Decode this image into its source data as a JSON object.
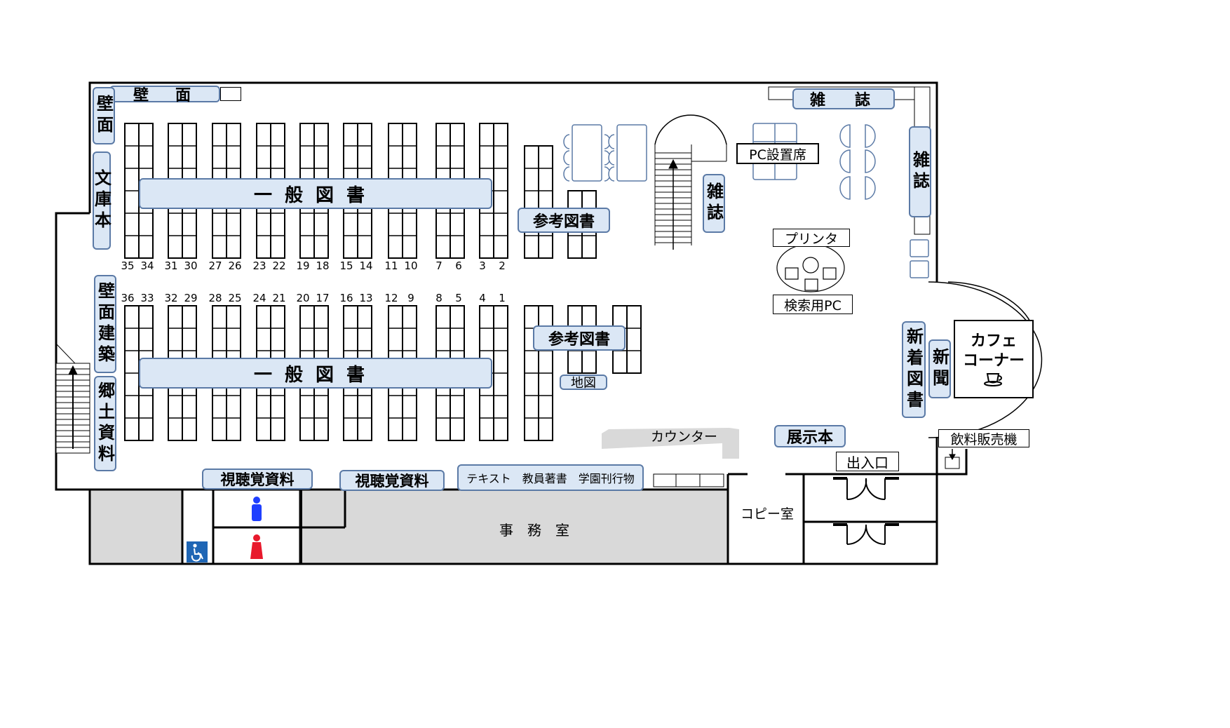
{
  "areas": {
    "wall_top": "壁　面",
    "wall_left_top": "壁面",
    "bunkobon": "文庫本",
    "wall_architecture": "壁面建築",
    "local_materials": "郷土資料",
    "general_books_upper": "一般図書",
    "general_books_lower": "一般図書",
    "reference_upper": "参考図書",
    "reference_lower": "参考図書",
    "map": "地図",
    "magazine_top": "雑　誌",
    "magazine_right": "雑誌",
    "magazine_stairs": "雑誌",
    "pc_seats": "PC設置席",
    "printer": "プリンタ",
    "search_pc": "検索用PC",
    "new_books": "新着図書",
    "newspapers": "新聞",
    "cafe_corner": "カフェコーナー",
    "cafe_line1": "カフェ",
    "cafe_line2": "コーナー",
    "vending": "飲料販売機",
    "exhibit_books": "展示本",
    "entrance": "出入口",
    "counter": "カウンター",
    "av_materials_1": "視聴覚資料",
    "av_materials_2": "視聴覚資料",
    "textbooks": "テキスト　教員著書　学園刊行物",
    "office": "事　務　室",
    "copy_room": "コピー室"
  },
  "shelf_numbers_upper": [
    "35",
    "34",
    "31",
    "30",
    "27",
    "26",
    "23",
    "22",
    "19",
    "18",
    "15",
    "14",
    "11",
    "10",
    "7",
    "6",
    "3",
    "2"
  ],
  "shelf_numbers_lower": [
    "36",
    "33",
    "32",
    "29",
    "28",
    "25",
    "24",
    "21",
    "20",
    "17",
    "16",
    "13",
    "12",
    "9",
    "8",
    "5",
    "4",
    "1"
  ],
  "icons": [
    "accessible-toilet-icon",
    "male-toilet-icon",
    "female-toilet-icon",
    "coffee-cup-icon",
    "stairs-up-arrow-icon"
  ],
  "colors": {
    "label_fill": "#dbe7f5",
    "label_border": "#5b7aa6",
    "staff_area": "#d9d9d9",
    "male": "#1f3fff",
    "female": "#e8192c"
  }
}
